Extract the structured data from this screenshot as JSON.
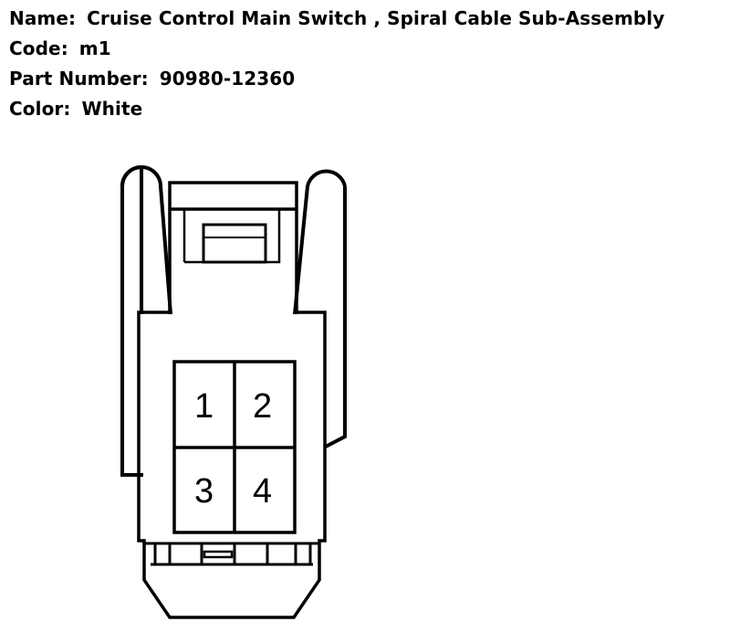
{
  "connector": {
    "name_label": "Name:",
    "name": "Cruise Control Main Switch , Spiral Cable Sub-Assembly",
    "code_label": "Code:",
    "code": "m1",
    "part_number_label": "Part Number:",
    "part_number": "90980-12360",
    "color_label": "Color:",
    "color": "White"
  },
  "pins": [
    "1",
    "2",
    "3",
    "4"
  ]
}
